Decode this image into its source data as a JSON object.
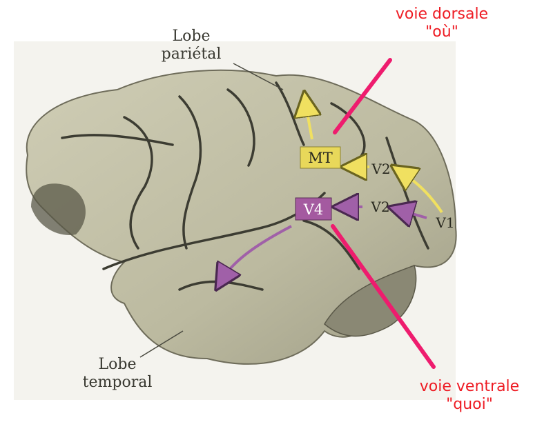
{
  "labels": {
    "parietal_line1": "Lobe",
    "parietal_line2": "pariétal",
    "temporal_line1": "Lobe",
    "temporal_line2": "temporal",
    "dorsal_line1": "voie dorsale",
    "dorsal_line2": "\"où\"",
    "ventral_line1": "voie ventrale",
    "ventral_line2": "\"quoi\""
  },
  "areas": {
    "mt": "MT",
    "v4": "V4",
    "v2_upper": "V2",
    "v2_lower": "V2",
    "v1": "V1"
  },
  "colors": {
    "dorsal_box": "#e8d85a",
    "dorsal_arrow": "#f0e060",
    "ventral_box": "#a45aa0",
    "ventral_arrow": "#a060a8",
    "pointer_line": "#ee1c6e",
    "brain_fill": "#c2c0a6",
    "sulcus": "#3c3c32"
  }
}
